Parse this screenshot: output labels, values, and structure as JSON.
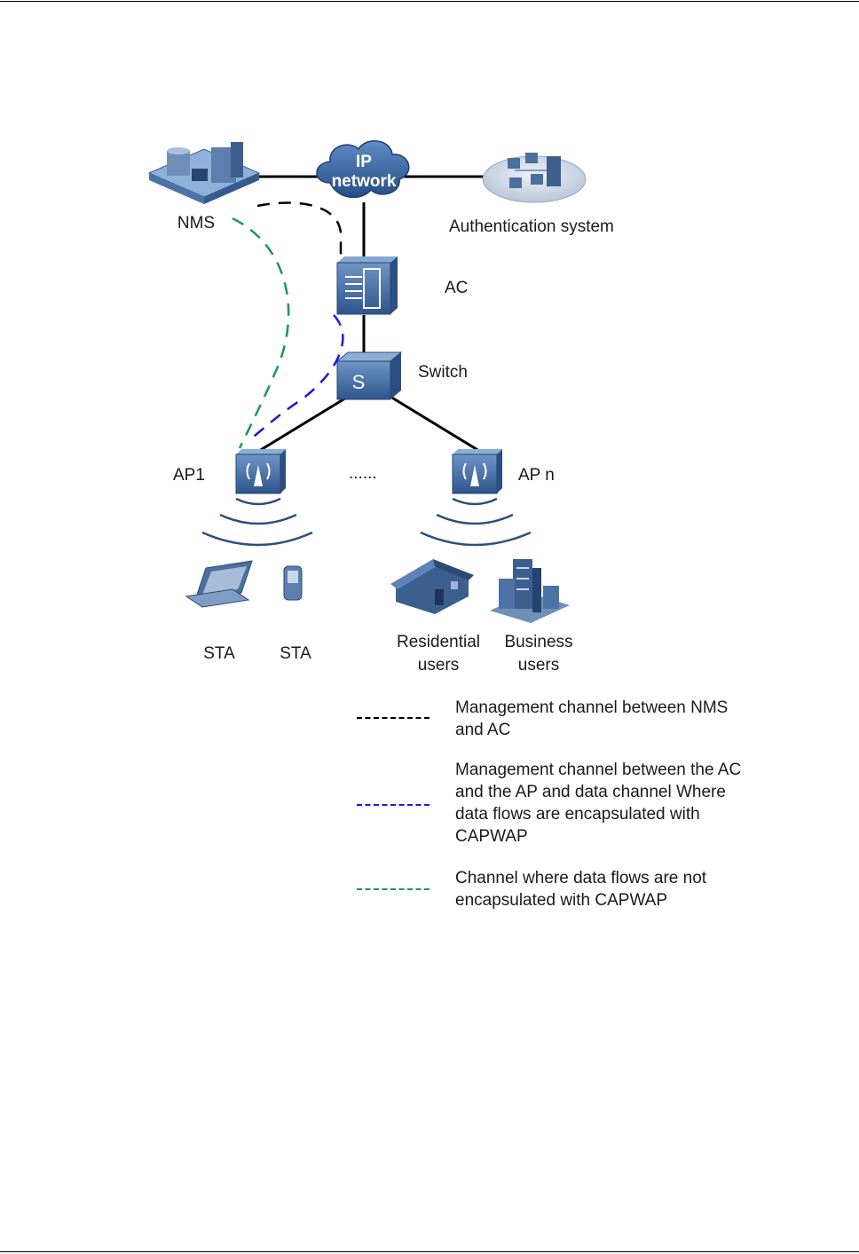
{
  "nodes": {
    "nms": "NMS",
    "ip_network_line1": "IP",
    "ip_network_line2": "network",
    "auth_system": "Authentication system",
    "ac": "AC",
    "switch": "Switch",
    "switch_glyph": "S",
    "ap1": "AP1",
    "apn": "AP n",
    "ellipsis": "......",
    "sta1": "STA",
    "sta2": "STA",
    "residential_line1": "Residential",
    "residential_line2": "users",
    "business_line1": "Business",
    "business_line2": "users"
  },
  "legend": [
    {
      "color": "#000000",
      "text": "Management channel between NMS and AC"
    },
    {
      "color": "#1a1adc",
      "text": "Management channel between the AC and the AP and data channel Where data flows are encapsulated with CAPWAP"
    },
    {
      "color": "#1a9a4a",
      "text": "Channel where data flows are not encapsulated with CAPWAP"
    }
  ],
  "colors": {
    "device_blue": "#3f6fa8",
    "device_dark": "#2d4f7c",
    "cloud": "#3a68a6",
    "mgmt_nms_ac": "#000000",
    "capwap_channel": "#1a1adc",
    "non_capwap_channel": "#1a9a4a"
  }
}
